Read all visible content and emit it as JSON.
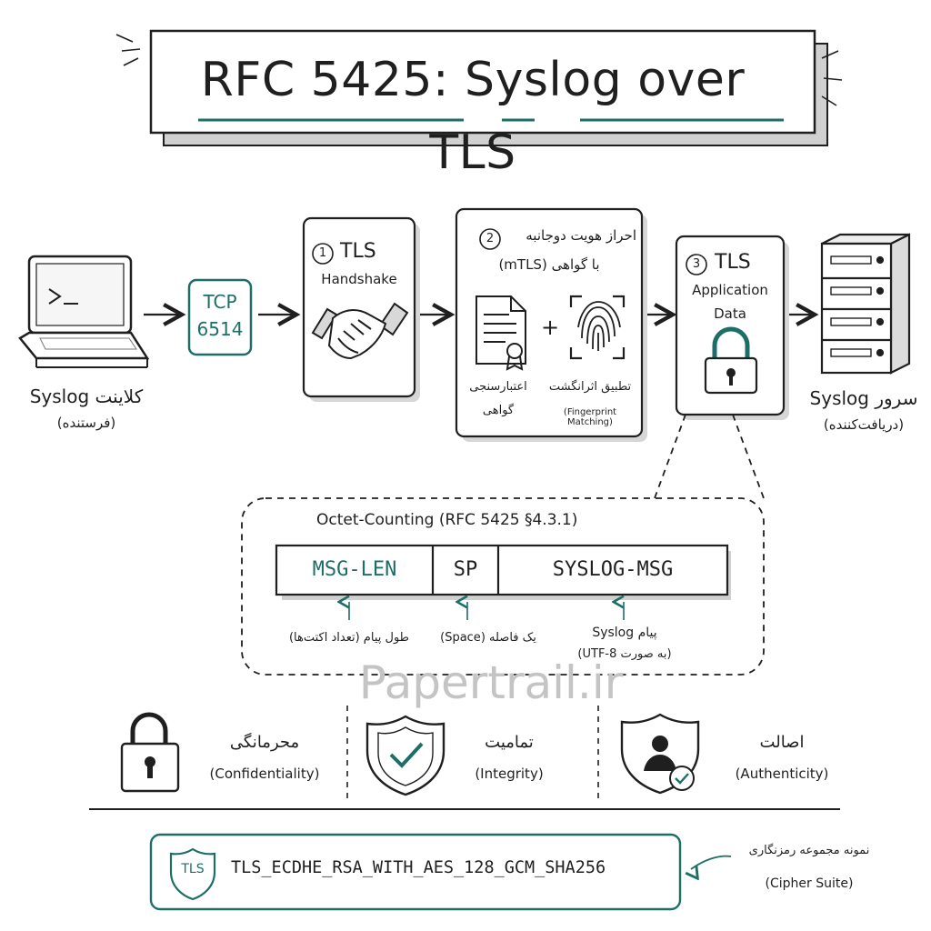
{
  "title": "RFC 5425: Syslog over TLS",
  "client": {
    "line1": "کلاینت Syslog",
    "line2": "(فرستنده)"
  },
  "tcp": {
    "line1": "TCP",
    "line2": "6514"
  },
  "step1": {
    "num": "1",
    "line1": "TLS",
    "line2": "Handshake"
  },
  "step2": {
    "num": "2",
    "line1": "احراز هویت دوجانبه",
    "line2": "با گواهی (mTLS)",
    "cert_label1": "اعتبارسنجی",
    "cert_label2": "گواهی",
    "plus": "+",
    "fp_label1": "تطبیق اثرانگشت",
    "fp_label2": "(Fingerprint Matching)"
  },
  "step3": {
    "num": "3",
    "line1": "TLS",
    "line2": "Application",
    "line3": "Data"
  },
  "server": {
    "line1": "سرور Syslog",
    "line2": "(دریافت‌کننده)"
  },
  "octet": {
    "title": "Octet-Counting (RFC 5425 §4.3.1)",
    "fields": [
      "MSG-LEN",
      "SP",
      "SYSLOG-MSG"
    ],
    "desc_len": "طول پیام (تعداد اکتت‌ها)",
    "desc_sp": "یک فاصله (Space)",
    "desc_msg1": "پیام Syslog",
    "desc_msg2": "(به صورت UTF-8)"
  },
  "watermark": "Papertrail.ir",
  "pillars": [
    {
      "fa": "محرمانگی",
      "en": "(Confidentiality)",
      "icon": "lock-icon"
    },
    {
      "fa": "تمامیت",
      "en": "(Integrity)",
      "icon": "shield-check-icon"
    },
    {
      "fa": "اصالت",
      "en": "(Authenticity)",
      "icon": "user-shield-icon"
    }
  ],
  "cipher": {
    "badge": "TLS",
    "suite": "TLS_ECDHE_RSA_WITH_AES_128_GCM_SHA256",
    "note1": "نمونه مجموعه رمزنگاری",
    "note2": "(Cipher Suite)"
  },
  "colors": {
    "accent": "#1e6e68",
    "ink": "#1f1f1f",
    "shadow": "#d9d9d9"
  }
}
